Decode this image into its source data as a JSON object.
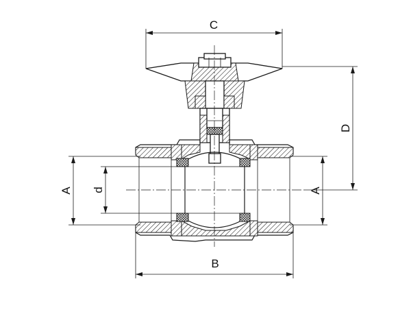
{
  "diagram": {
    "labels": {
      "dim_c": "C",
      "dim_d_height": "D",
      "dim_a_left": "A",
      "dim_d_bore": "d",
      "dim_a_right": "A",
      "dim_b": "B"
    }
  }
}
